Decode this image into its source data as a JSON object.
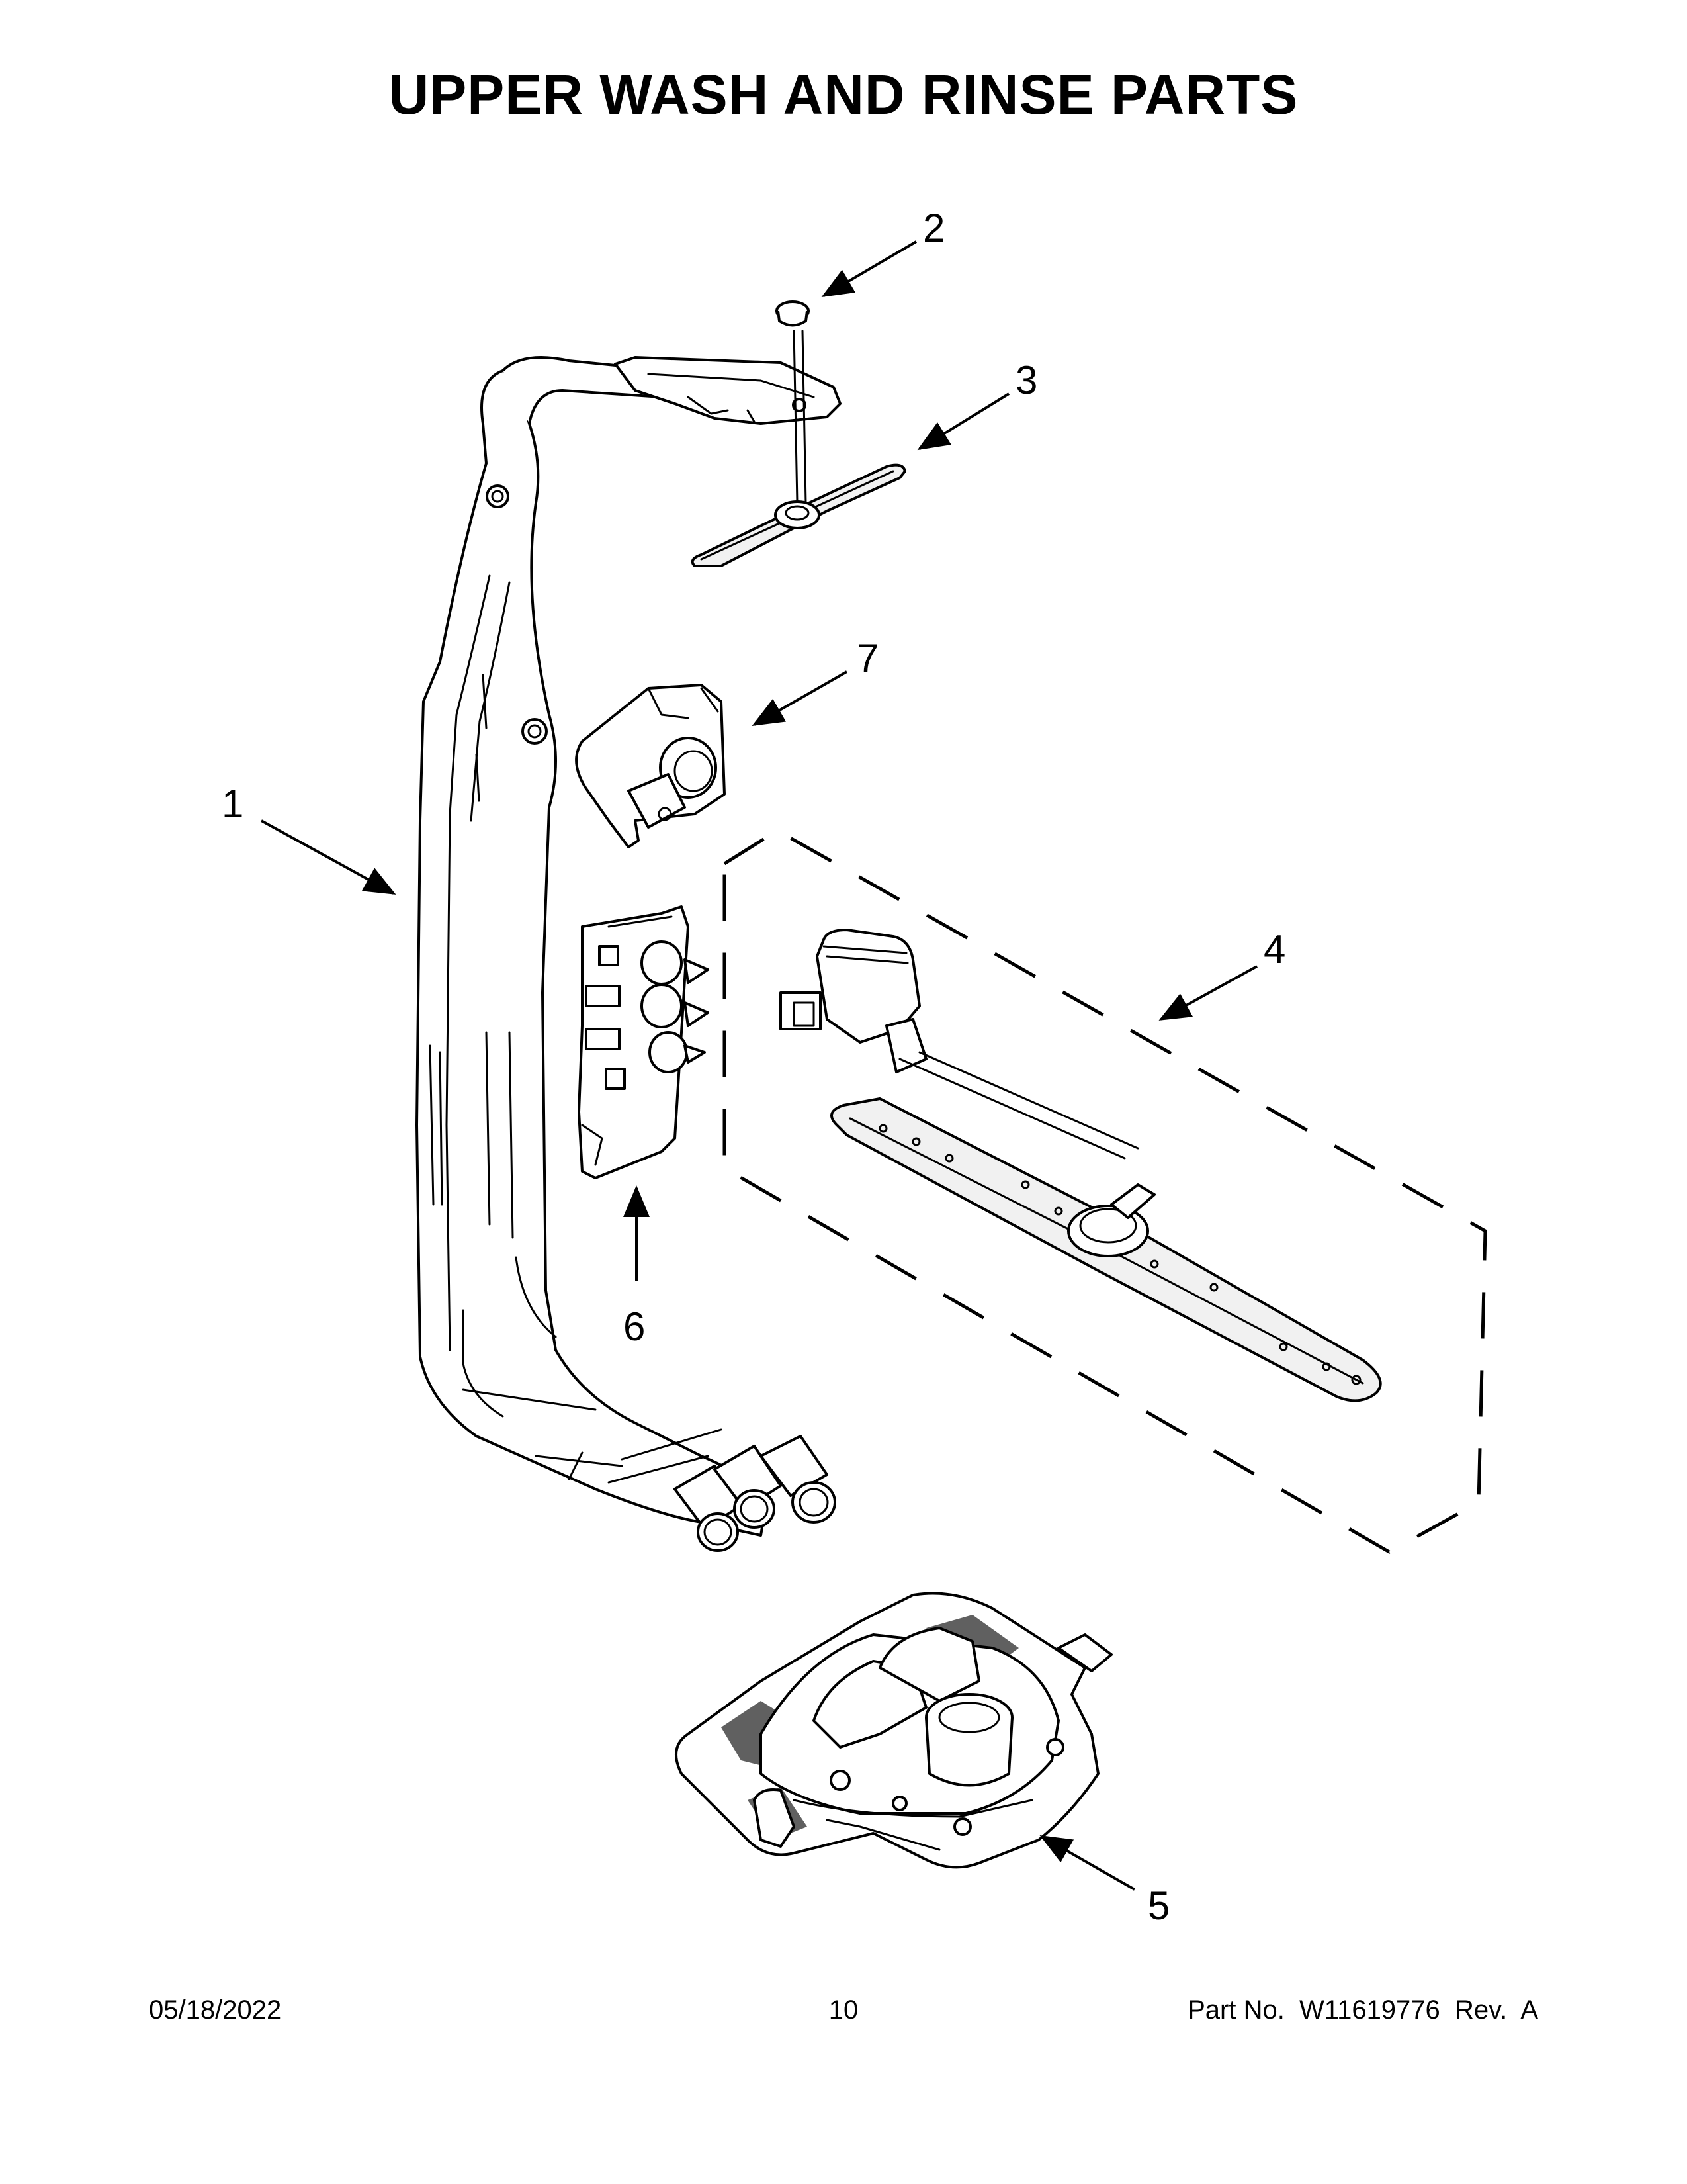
{
  "title": "UPPER WASH AND RINSE PARTS",
  "callouts": [
    "1",
    "2",
    "3",
    "4",
    "5",
    "6",
    "7"
  ],
  "footer": {
    "date": "05/18/2022",
    "page": "10",
    "part_number": "Part No.  W11619776  Rev.  A"
  }
}
